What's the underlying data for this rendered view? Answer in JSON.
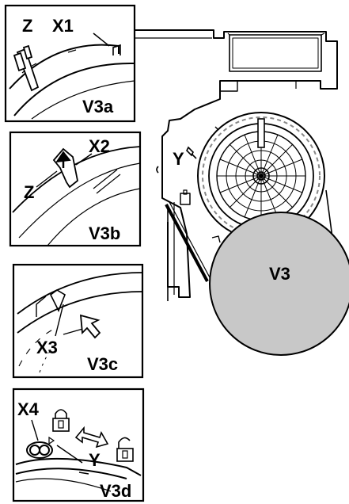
{
  "labels": {
    "z1": "Z",
    "x1": "X1",
    "v3a": "V3a",
    "x2": "X2",
    "z2": "Z",
    "v3b": "V3b",
    "y1": "Y",
    "v3": "V3",
    "x3": "X3",
    "v3c": "V3c",
    "x4": "X4",
    "y2": "Y",
    "v3d": "V3d"
  },
  "icons": [
    "padlock-closed-icon",
    "padlock-open-icon",
    "double-arrow-icon",
    "pointer-arrow-icon"
  ],
  "colors": {
    "cover_fill": "#c8c8c8",
    "line": "#000000",
    "background": "#ffffff"
  }
}
